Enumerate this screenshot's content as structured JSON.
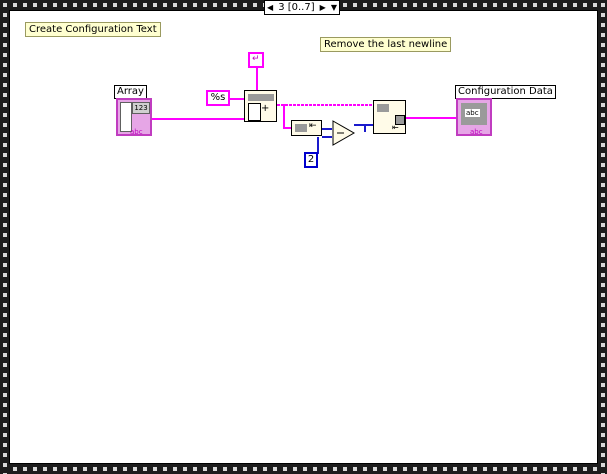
{
  "structure": {
    "case_selector": "3 [0..7]",
    "left_arrow": "◀",
    "right_arrow": "▶",
    "dropdown_arrow": "▼"
  },
  "labels": {
    "comment_create": "Create Configuration Text",
    "comment_remove": "Remove the last newline",
    "array_label": "Array",
    "config_label": "Configuration Data"
  },
  "constants": {
    "format_string": "%s",
    "offset_value": "2",
    "array_index_hint": "123",
    "string_type_hint": "abc",
    "string_type_tag": "abc"
  },
  "colors": {
    "string_wire": "#ff00ff",
    "numeric_wire": "#1a1acc",
    "note_background": "#ffffd0"
  }
}
